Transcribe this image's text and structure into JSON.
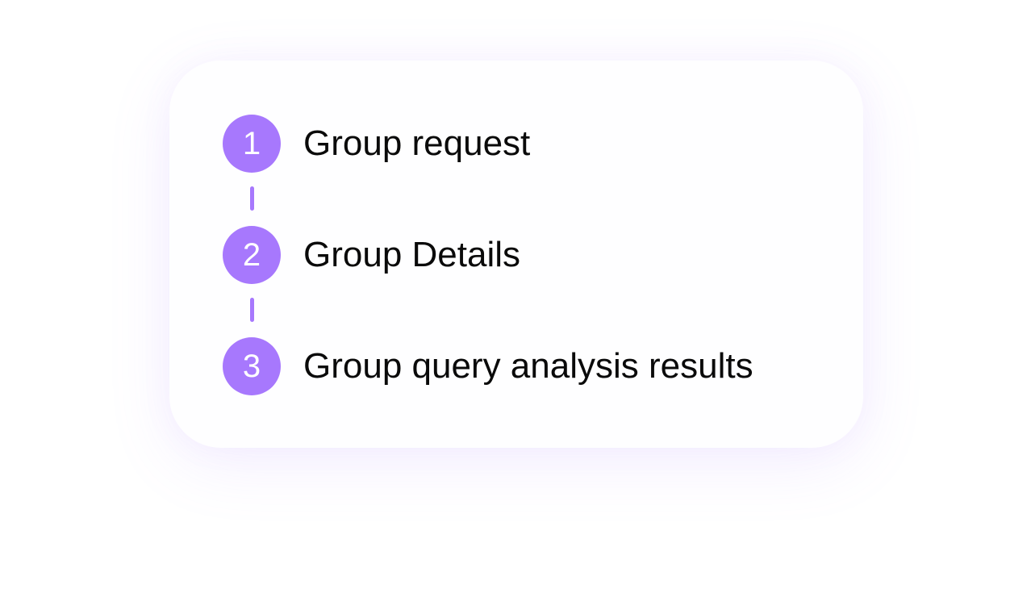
{
  "accent_color": "#a778fd",
  "steps": [
    {
      "number": "1",
      "label": "Group request"
    },
    {
      "number": "2",
      "label": "Group Details"
    },
    {
      "number": "3",
      "label": "Group query analysis results"
    }
  ]
}
